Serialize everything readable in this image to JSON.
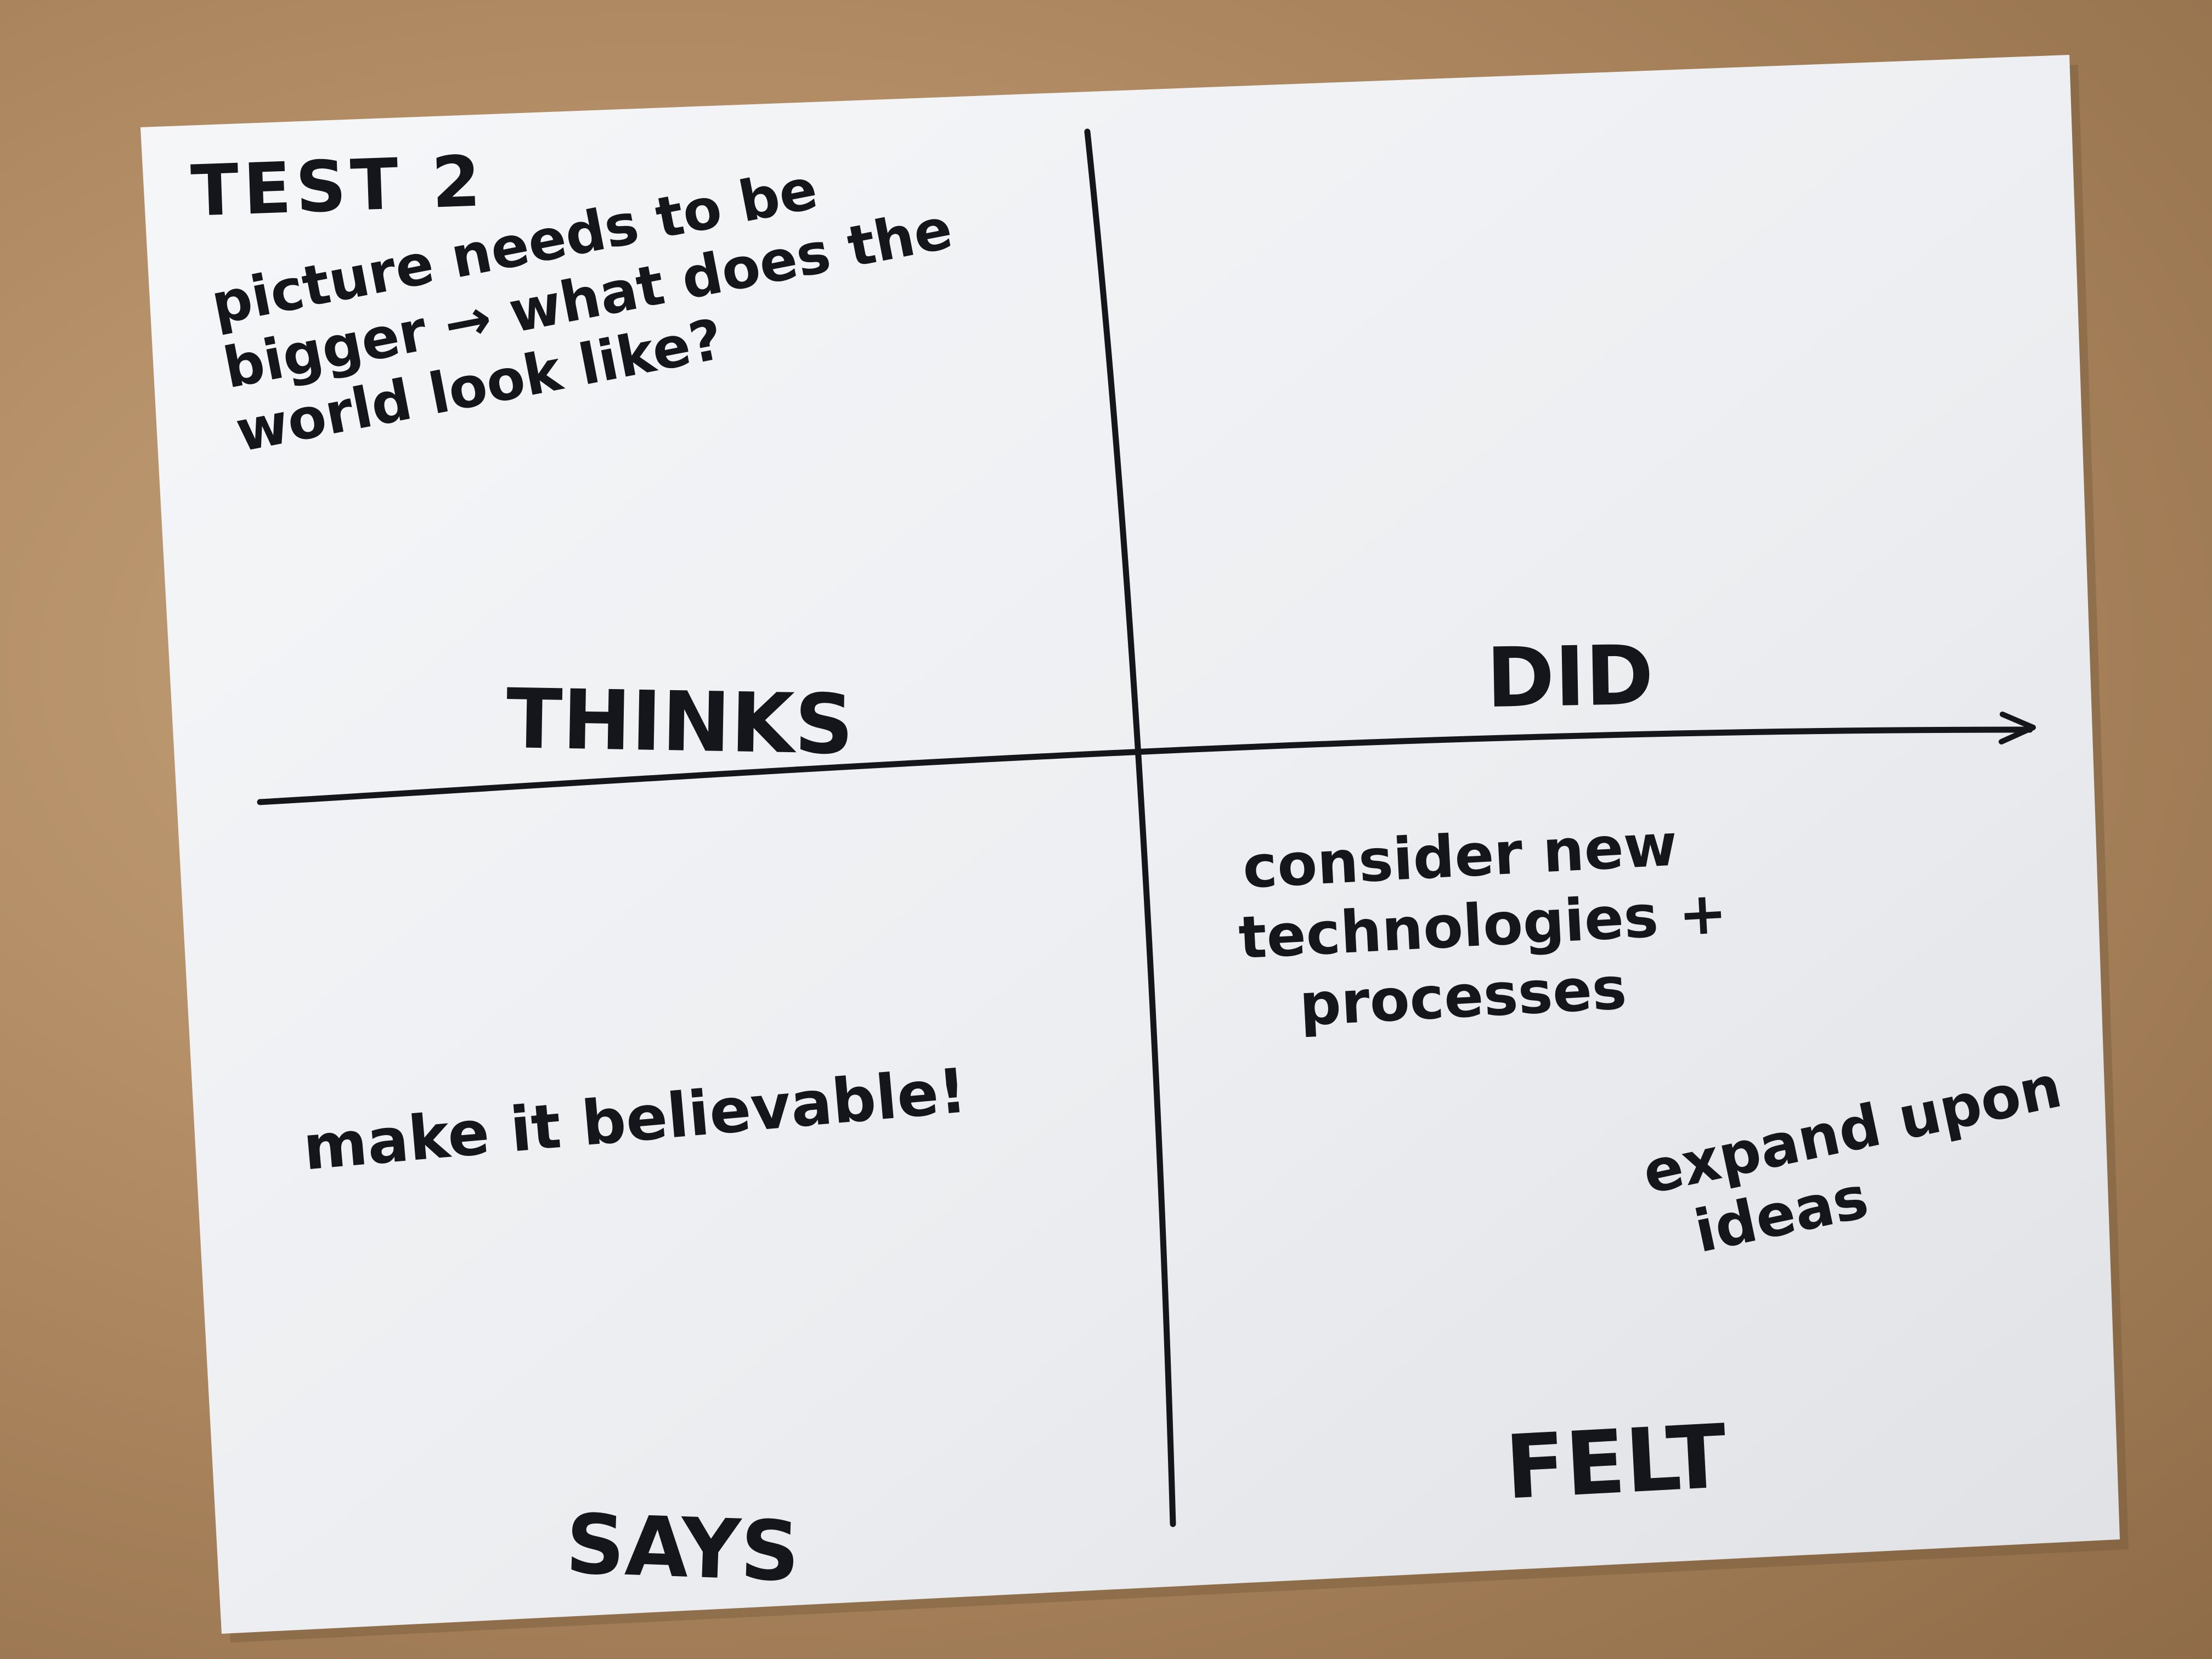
{
  "sheet": {
    "title": "TEST 2",
    "quadrants": {
      "thinks": {
        "label": "THINKS",
        "note_lines": [
          "picture needs to be",
          "bigger → what does the",
          "world look like?"
        ]
      },
      "did": {
        "label": "DID",
        "note_lines": [
          "consider new",
          "technologies +",
          "processes"
        ]
      },
      "says": {
        "label": "SAYS",
        "note_lines": [
          "make it believable!"
        ]
      },
      "felt": {
        "label": "FELT",
        "note_lines": [
          "expand upon",
          "ideas"
        ]
      }
    }
  },
  "colors": {
    "desk": "#b08a62",
    "paper": "#f2f3f5",
    "ink": "#15151c"
  }
}
